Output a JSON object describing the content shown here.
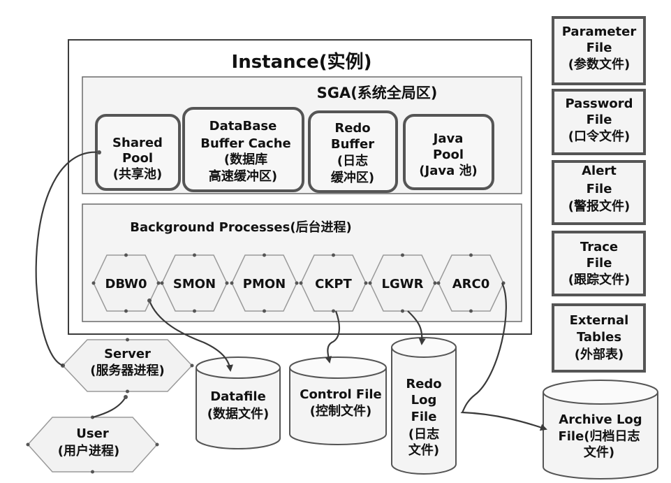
{
  "instance": {
    "title": "Instance(实例)"
  },
  "sga": {
    "title": "SGA(系统全局区)",
    "pools": [
      {
        "lines": [
          "Shared",
          "Pool",
          "(共享池)"
        ]
      },
      {
        "lines": [
          "DataBase",
          "Buffer Cache",
          "(数据库",
          "高速缓冲区)"
        ]
      },
      {
        "lines": [
          "Redo",
          "Buffer",
          "(日志",
          "缓冲区)"
        ]
      },
      {
        "lines": [
          "Java",
          "Pool",
          "(Java 池)"
        ]
      }
    ]
  },
  "background": {
    "title": "Background Processes(后台进程)",
    "processes": [
      "DBW0",
      "SMON",
      "PMON",
      "CKPT",
      "LGWR",
      "ARC0"
    ]
  },
  "server": {
    "lines": [
      "Server",
      "(服务器进程)"
    ]
  },
  "user": {
    "lines": [
      "User",
      "(用户进程)"
    ]
  },
  "storage": [
    {
      "lines": [
        "Datafile",
        "(数据文件)"
      ]
    },
    {
      "lines": [
        "Control File",
        "(控制文件)"
      ]
    },
    {
      "lines": [
        "Redo",
        "Log",
        "File",
        "(日志",
        "文件)"
      ]
    },
    {
      "lines": [
        "Archive Log",
        "File(归档日志",
        "文件)"
      ]
    }
  ],
  "side_files": [
    {
      "lines": [
        "Parameter",
        "File",
        "(参数文件)"
      ]
    },
    {
      "lines": [
        "Password",
        "File",
        "(口令文件)"
      ]
    },
    {
      "lines": [
        "Alert",
        "File",
        "(警报文件)"
      ]
    },
    {
      "lines": [
        "Trace",
        "File",
        "(跟踪文件)"
      ]
    },
    {
      "lines": [
        "External",
        "Tables",
        "(外部表)"
      ]
    }
  ]
}
